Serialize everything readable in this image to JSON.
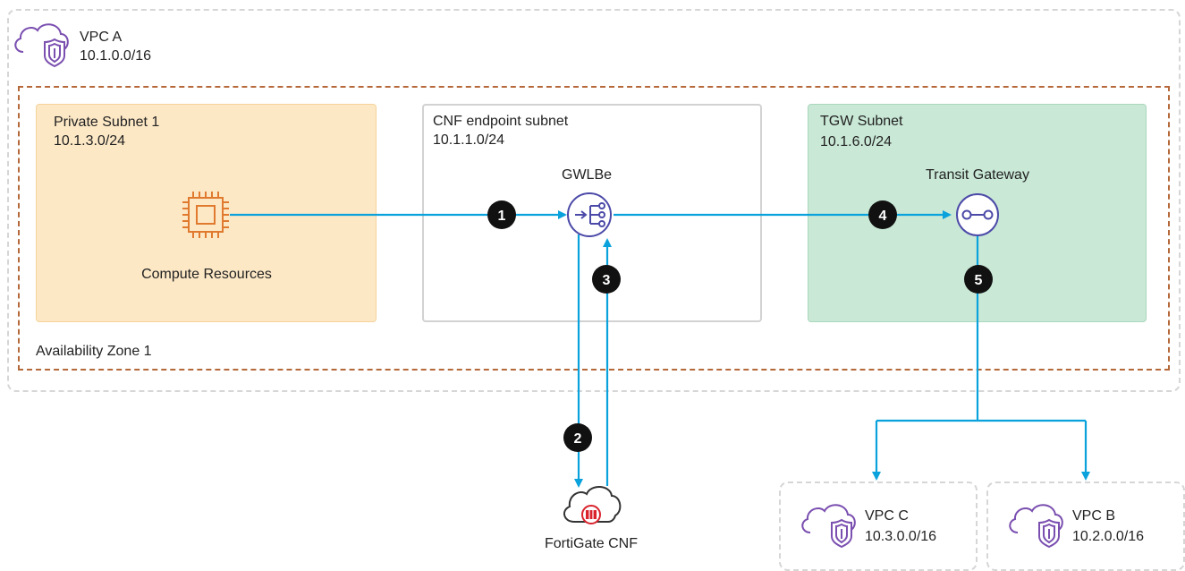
{
  "vpc_a": {
    "name": "VPC A",
    "cidr": "10.1.0.0/16"
  },
  "availability_zone": {
    "label": "Availability Zone 1"
  },
  "private_subnet": {
    "name": "Private Subnet 1",
    "cidr": "10.1.3.0/24",
    "resource_label": "Compute Resources"
  },
  "cnf_subnet": {
    "name": "CNF endpoint subnet",
    "cidr": "10.1.1.0/24",
    "endpoint_label": "GWLBe"
  },
  "tgw_subnet": {
    "name": "TGW Subnet",
    "cidr": "10.1.6.0/24",
    "gateway_label": "Transit Gateway"
  },
  "fortigate": {
    "label": "FortiGate CNF"
  },
  "vpc_c": {
    "name": "VPC C",
    "cidr": "10.3.0.0/16"
  },
  "vpc_b": {
    "name": "VPC B",
    "cidr": "10.2.0.0/16"
  },
  "steps": [
    "1",
    "2",
    "3",
    "4",
    "5"
  ],
  "colors": {
    "flow": "#0aa2dc",
    "az_border": "#b5693a",
    "private_fill": "#fde8c6",
    "tgw_fill": "#c9e8d6",
    "vpc_icon": "#7a4fb0",
    "compute_icon": "#e07a2e",
    "endpoint_icon": "#4c4aa8",
    "fortigate_icon": "#d9232d"
  },
  "icons": [
    "vpc-shield-icon",
    "chip-icon",
    "gwlb-endpoint-icon",
    "transit-gateway-icon",
    "fortigate-cloud-icon"
  ]
}
